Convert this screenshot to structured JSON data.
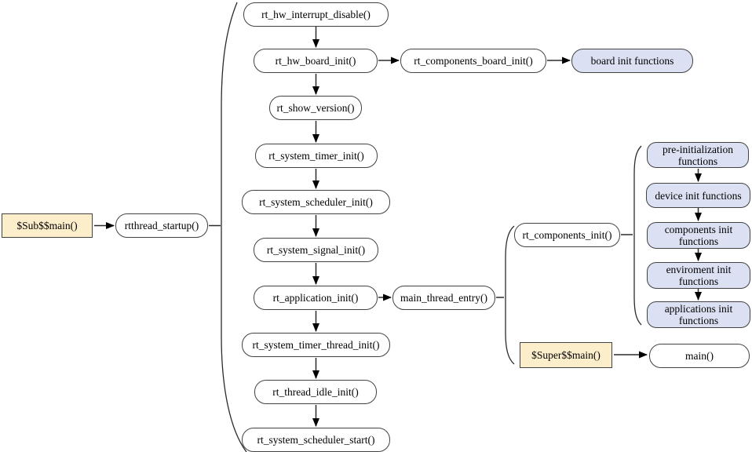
{
  "colors": {
    "background": "#ffffff",
    "node_border": "#424242",
    "node_fill": "#ffffff",
    "init_fill": "#dbe1f2",
    "entry_fill": "#fdeecb",
    "line": "#2b2b2b",
    "arrowhead": "#000000",
    "text": "#000000"
  },
  "nodes": {
    "sub_main": "$Sub$$main()",
    "rtthread_startup": "rtthread_startup()",
    "hw_interrupt_disable": "rt_hw_interrupt_disable()",
    "hw_board_init": "rt_hw_board_init()",
    "components_board_init": "rt_components_board_init()",
    "board_init_functions": "board init functions",
    "show_version": "rt_show_version()",
    "system_timer_init": "rt_system_timer_init()",
    "system_scheduler_init": "rt_system_scheduler_init()",
    "system_signal_init": "rt_system_signal_init()",
    "application_init": "rt_application_init()",
    "system_timer_thread_init": "rt_system_timer_thread_init()",
    "thread_idle_init": "rt_thread_idle_init()",
    "system_scheduler_start": "rt_system_scheduler_start()",
    "main_thread_entry": "main_thread_entry()",
    "components_init": "rt_components_init()",
    "pre_init_functions": "pre-initialization functions",
    "device_init_functions": "device init functions",
    "components_init_functions": "components init functions",
    "environment_init_functions": "enviroment init functions",
    "applications_init_functions": "applications init functions",
    "super_main": "$Super$$main()",
    "main": "main()"
  }
}
